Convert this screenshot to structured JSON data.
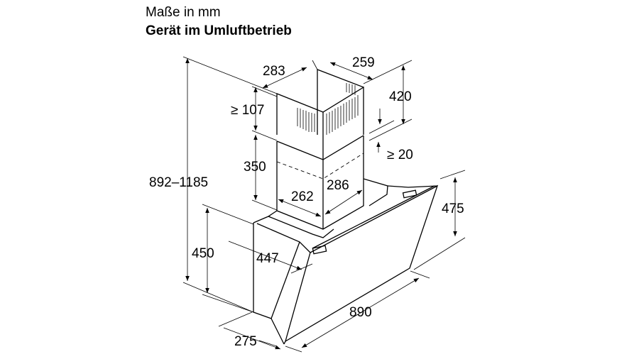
{
  "header": {
    "units": "Maße in mm",
    "mode": "Gerät im Umluftbetrieb"
  },
  "dimensions": {
    "total_height": "892–1185",
    "chimney_width": "283",
    "chimney_depth": "259",
    "upper_chimney": "420",
    "min_gap_top": "≥ 107",
    "lower_chimney": "350",
    "min_overlap": "≥ 20",
    "inner_width": "262",
    "inner_depth": "286",
    "hood_height_front": "475",
    "hood_height_side": "450",
    "hood_depth": "447",
    "hood_width": "890",
    "bottom_depth": "275"
  }
}
